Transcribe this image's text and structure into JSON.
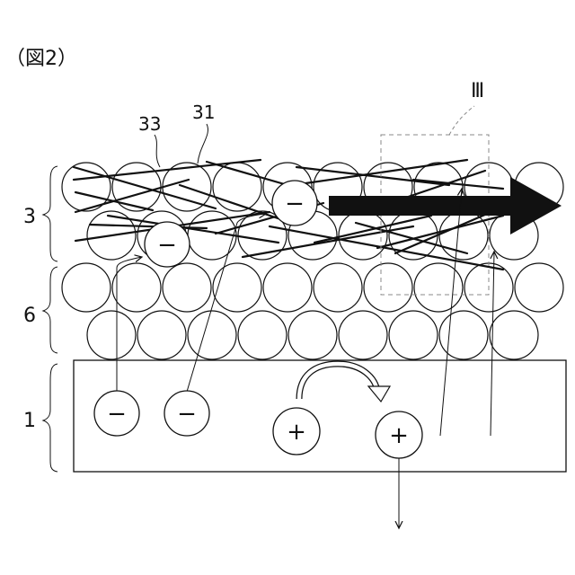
{
  "figure_label": "（図2）",
  "layer_labels": {
    "conductive_layer": "3",
    "particle_layer": "6",
    "base_layer": "1"
  },
  "reference_labels": {
    "particle": "33",
    "fiber": "31",
    "detail_region": "Ⅲ"
  },
  "charges": {
    "negative": "−",
    "positive": "+"
  },
  "colors": {
    "line": "#111111",
    "background": "#ffffff",
    "detail_box": "#888888"
  }
}
